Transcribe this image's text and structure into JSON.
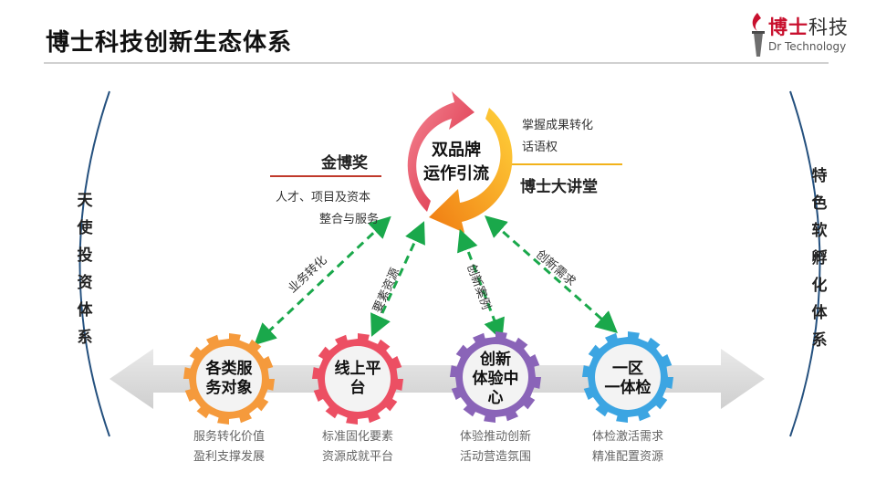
{
  "title": "博士科技创新生态体系",
  "logo": {
    "main": "博士",
    "accent": "科技",
    "sub": "Dr Technology"
  },
  "left_system": "天使投资体系",
  "right_system": "特色软孵化体系",
  "center": {
    "line1": "双品牌",
    "line2": "运作引流"
  },
  "brand_left": {
    "name": "金博奖",
    "desc1": "人才、项目及资本",
    "desc2": "整合与服务"
  },
  "brand_right": {
    "name": "博士大讲堂",
    "desc1": "掌握成果转化",
    "desc2": "话语权"
  },
  "links": [
    {
      "label": "业务转化"
    },
    {
      "label": "要素资源"
    },
    {
      "label": "创新案例"
    },
    {
      "label": "创新需求"
    }
  ],
  "nodes": [
    {
      "line1": "各类服",
      "line2": "务对象",
      "line3": "",
      "cap1": "服务转化价值",
      "cap2": "盈利支撑发展",
      "color": "#f59a3c"
    },
    {
      "line1": "线上平",
      "line2": "台",
      "line3": "",
      "cap1": "标准固化要素",
      "cap2": "资源成就平台",
      "color": "#ec4f63"
    },
    {
      "line1": "创新",
      "line2": "体验中",
      "line3": "心",
      "cap1": "体验推动创新",
      "cap2": "活动营造氛围",
      "color": "#8a64b8"
    },
    {
      "line1": "一区",
      "line2": "一体检",
      "line3": "",
      "cap1": "体检激活需求",
      "cap2": "精准配置资源",
      "color": "#3ca5e2"
    }
  ],
  "colors": {
    "arrow_red": "#e8495c",
    "arrow_orange": "#f7a21b",
    "link_green": "#1aa84b",
    "rule_red": "#c0392b",
    "rule_orange": "#f2b21a"
  }
}
